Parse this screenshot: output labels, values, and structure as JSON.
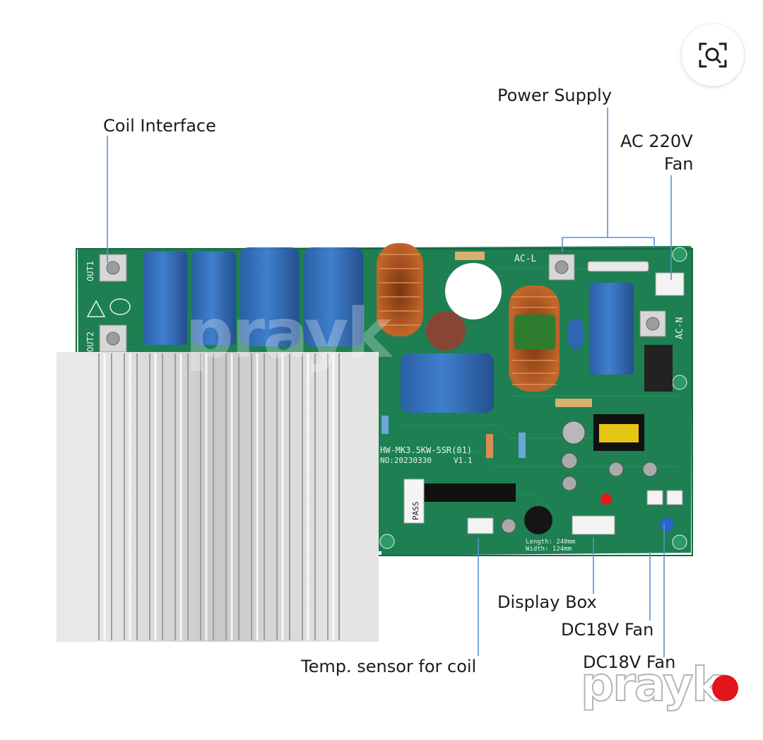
{
  "labels": {
    "coil_interface": "Coil Interface",
    "power_supply": "Power Supply",
    "ac_220v": "AC 220V",
    "fan_ac": "Fan",
    "display_box": "Display Box",
    "dc18v_fan_1": "DC18V Fan",
    "dc18v_fan_2": "DC18V Fan",
    "temp_sensor": "Temp. sensor for coil"
  },
  "board_silkscreen": {
    "out1": "OUT1",
    "out2": "OUT2",
    "ac_l": "AC-L",
    "ac_n": "AC-N",
    "model": "HW-MK3.5KW-5SR(01)",
    "serial": "NO:20230330",
    "version": "V1.1",
    "pass": "PASS",
    "length": "Length: 240mm",
    "width": "Width: 124mm"
  },
  "watermark": "prayk",
  "colors": {
    "pcb": "#1d7f52",
    "capacitor": "#2f6bb5",
    "heatsink": "#dcdcdc",
    "copper": "#b5561f",
    "leader": "#5d8fd0",
    "brand_dot": "#e2151c"
  },
  "icons": {
    "visual_search": "visual-search-icon"
  }
}
